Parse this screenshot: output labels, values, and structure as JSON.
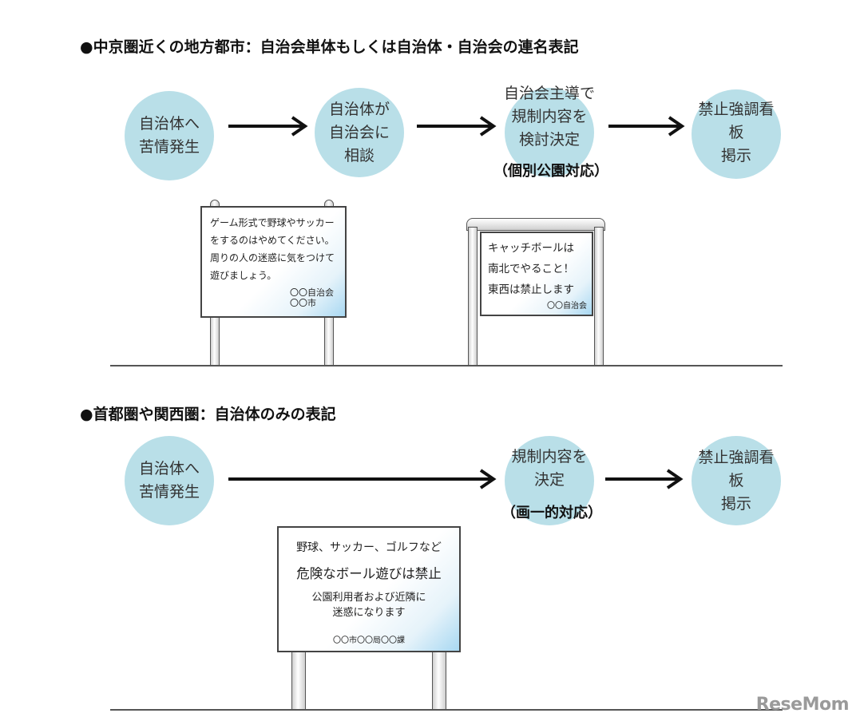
{
  "section1": {
    "title": "●中京圏近くの地方都市：自治会単体もしくは自治体・自治会の連名表記",
    "steps": [
      "自治体へ\n苦情発生",
      "自治体が\n自治会に\n相談",
      "自治会主導で\n規制内容を\n検討決定",
      "禁止強調看\n板\n掲示"
    ],
    "note": "（個別公園対応）",
    "sign_a": {
      "text": "ゲーム形式で野球やサッカー\nをするのはやめてください。\n周りの人の迷惑に気をつけて\n遊びましょう。",
      "signature": "〇〇自治会\n〇〇市"
    },
    "sign_b": {
      "text": "キャッチボールは\n南北でやること！\n東西は禁止します",
      "signature": "〇〇自治会"
    }
  },
  "section2": {
    "title": "●首都圏や関西圏：自治体のみの表記",
    "steps": [
      "自治体へ\n苦情発生",
      "規制内容を\n決定",
      "禁止強調看\n板\n掲示"
    ],
    "note": "（画一的対応）",
    "sign": {
      "line1": "野球、サッカー、ゴルフなど",
      "line2": "危険なボール遊びは禁止",
      "line3": "公園利用者および近隣に\n迷惑になります",
      "signature": "〇〇市〇〇局〇〇課"
    }
  },
  "logo": "ReseMom",
  "colors": {
    "circle": "#b9dfe8",
    "arrow": "#111111",
    "sign_accent": "#a8d8f2"
  }
}
